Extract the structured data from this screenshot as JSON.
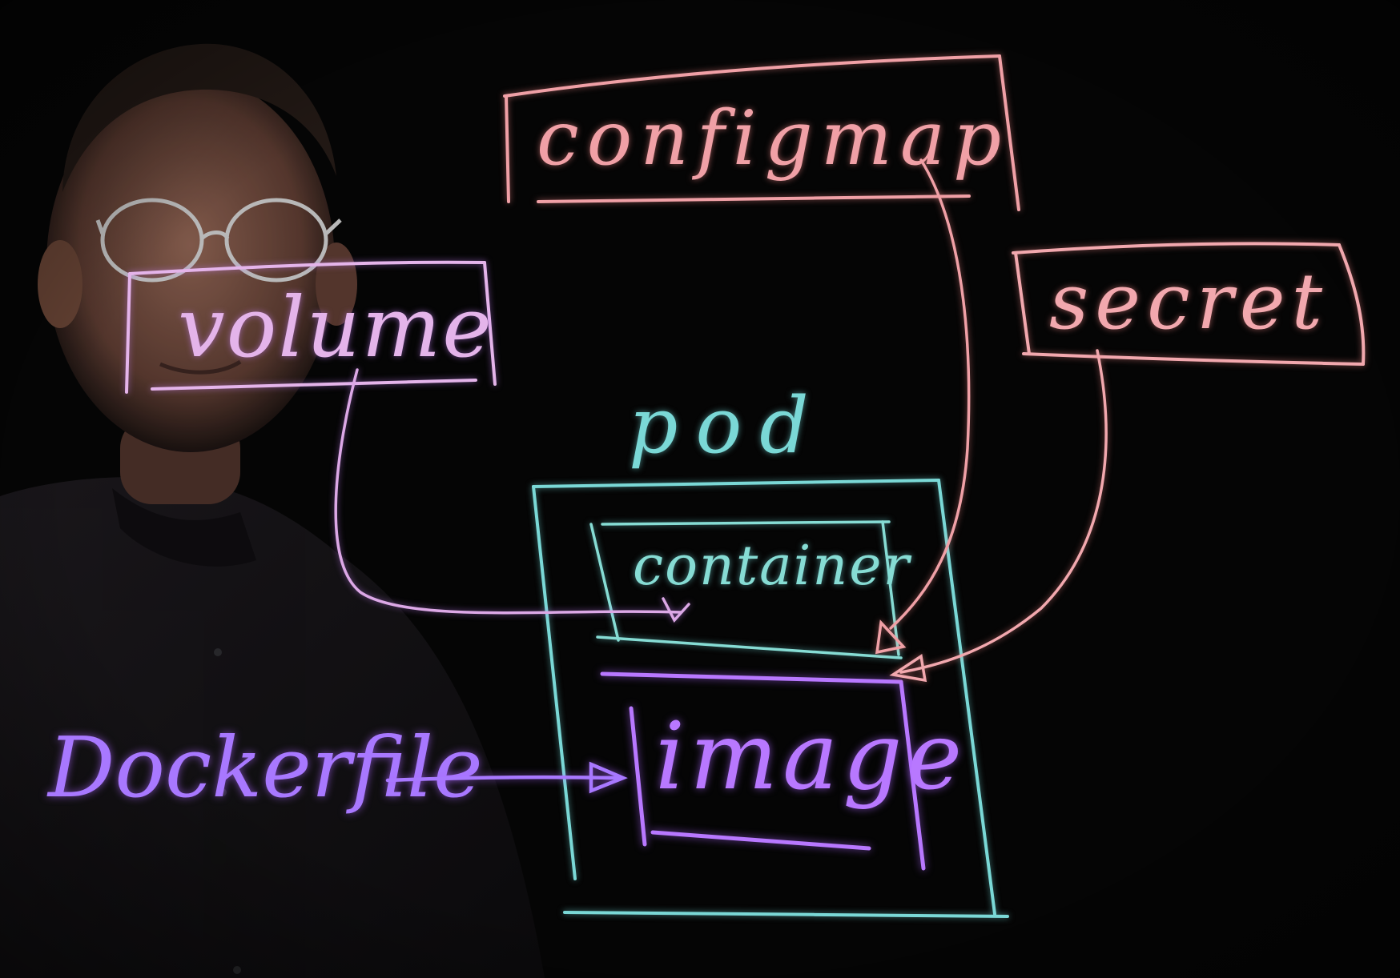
{
  "labels": {
    "configmap": "configmap",
    "secret": "secret",
    "volume": "volume",
    "pod": "pod",
    "container": "container",
    "image": "image",
    "dockerfile": "Dockerfile"
  },
  "colors": {
    "background": "#050505",
    "configmap": "#f0a0a6",
    "secret": "#f2a8ae",
    "volume": "#e4b4ea",
    "pod": "#7ad8d6",
    "container": "#86dcd4",
    "image": "#b878ff",
    "dockerfile": "#a878ff",
    "presenter_shirt": "#141216",
    "presenter_skin": "#7a5444"
  }
}
